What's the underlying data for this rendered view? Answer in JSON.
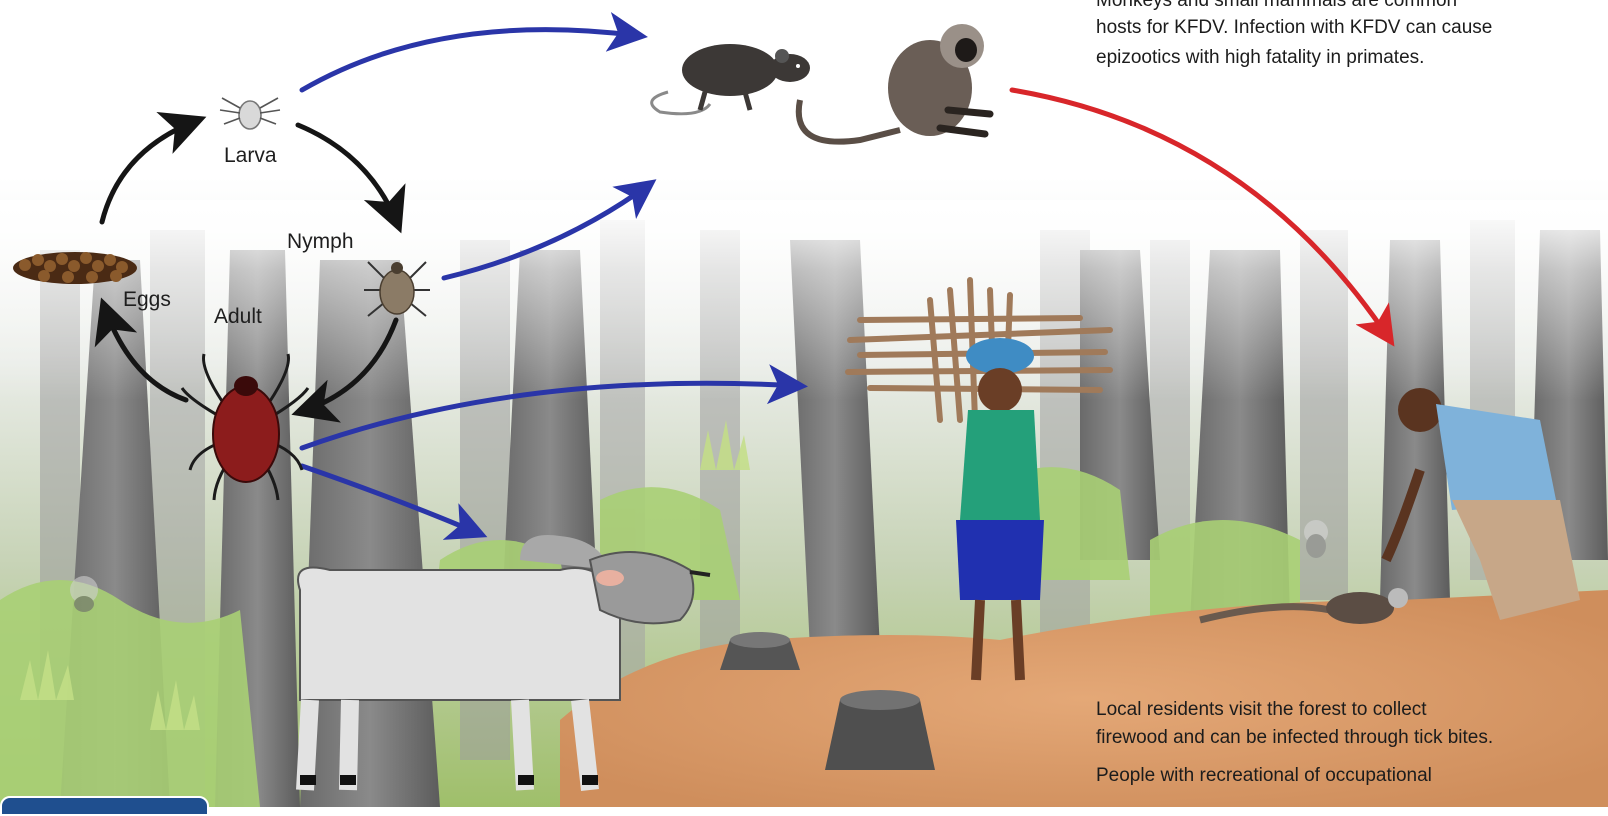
{
  "labels": {
    "larva": "Larva",
    "nymph": "Nymph",
    "eggs": "Eggs",
    "adult": "Adult"
  },
  "host_text": {
    "line1": "Monkeys and small mammals are common",
    "line2": "hosts for KFDV. Infection with KFDV can cause",
    "line3": "epizootics with high fatality in primates."
  },
  "resident_text": {
    "line1": "Local residents visit the forest to collect",
    "line2": "firewood and can be infected through tick bites.",
    "line3": "People with recreational of occupational"
  },
  "colors": {
    "blue_arrow": "#2a35a8",
    "red_arrow": "#d8262a",
    "black_arrow": "#151515",
    "tick_body": "#8c1c1c",
    "ground": "#d99866",
    "forest_green": "#a9cf74",
    "badge": "#1f4f8f"
  },
  "icons": [
    "tick-egg-cluster-icon",
    "larva-tick-icon",
    "nymph-tick-icon",
    "adult-tick-icon",
    "rat-icon",
    "monkey-icon",
    "cow-icon",
    "woman-with-firewood-icon",
    "man-with-monkey-icon",
    "tree-stump-icon"
  ]
}
